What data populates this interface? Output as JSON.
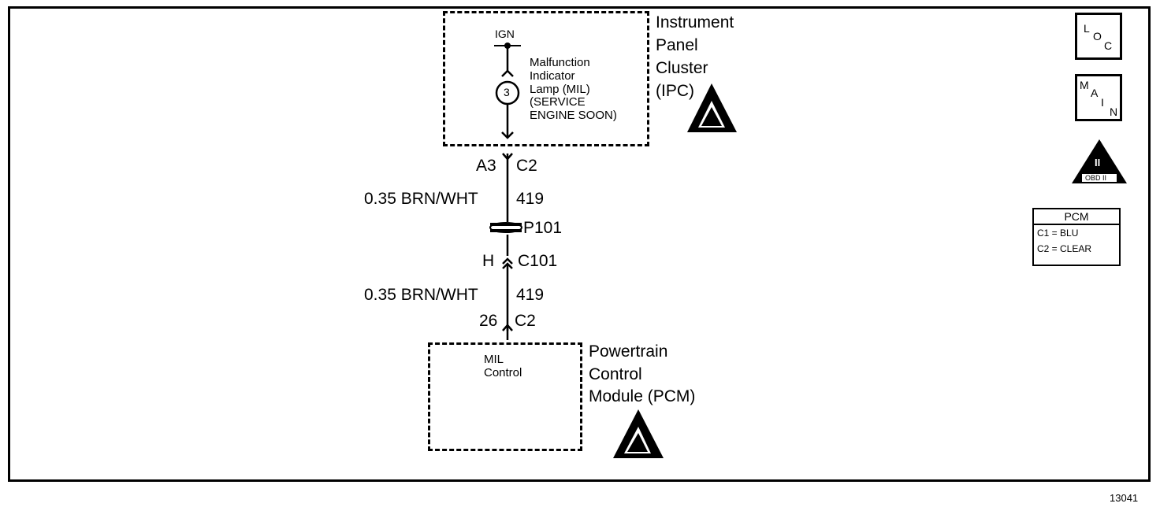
{
  "ipc": {
    "title_lines": [
      "Instrument",
      "Panel",
      "Cluster",
      "(IPC)"
    ],
    "ign_label": "IGN",
    "lamp_desc_lines": [
      "Malfunction",
      "Indicator",
      "Lamp (MIL)",
      "(SERVICE",
      "ENGINE SOON)"
    ],
    "lamp_symbol": "3"
  },
  "wiring": {
    "ipc_pin": "A3",
    "ipc_connector": "C2",
    "segment1": {
      "wire": "0.35 BRN/WHT",
      "circuit": "419"
    },
    "splice": "P101",
    "inline_pin": "H",
    "inline_connector": "C101",
    "segment2": {
      "wire": "0.35 BRN/WHT",
      "circuit": "419"
    },
    "pcm_pin": "26",
    "pcm_connector": "C2"
  },
  "pcm": {
    "inner_lines": [
      "MIL",
      "Control"
    ],
    "title_lines": [
      "Powertrain",
      "Control",
      "Module (PCM)"
    ]
  },
  "side_icons": {
    "loc": {
      "l": "L",
      "o": "O",
      "c": "C"
    },
    "main": {
      "m": "M",
      "a": "A",
      "i": "I",
      "n": "N"
    },
    "obd": {
      "label": "OBD II",
      "mark": "II"
    }
  },
  "connector_table": {
    "header": "PCM",
    "rows": [
      "C1 = BLU",
      "C2 = CLEAR"
    ]
  },
  "figure_number": "13041"
}
